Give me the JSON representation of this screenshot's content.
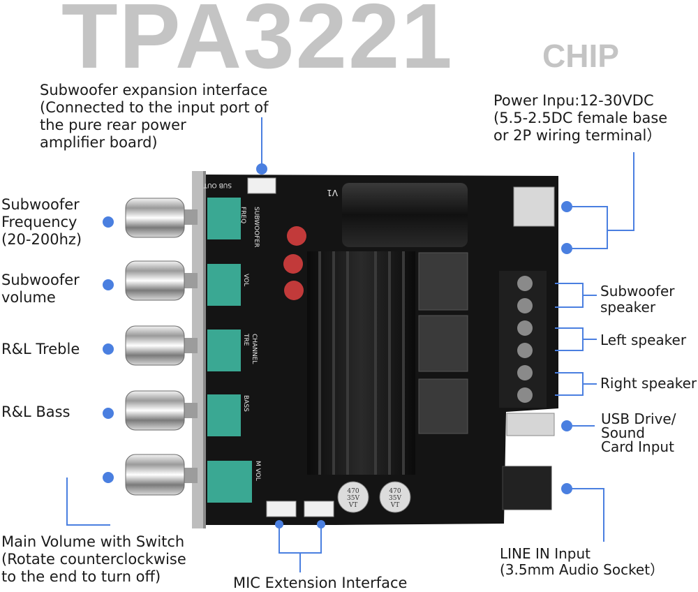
{
  "title": {
    "main": "TPA3221",
    "suffix": "CHIP"
  },
  "labels": {
    "sub_expansion": "Subwoofer expansion interface\n(Connected to the input port of\nthe pure rear power\namplifier board)",
    "power_input": "Power Inpu:12-30VDC\n(5.5-2.5DC female base\nor 2P wiring terminal）",
    "sub_frequency": "Subwoofer\nFrequency\n(20-200hz)",
    "sub_volume": "Subwoofer\nvolume",
    "rl_treble": "R&L Treble",
    "rl_bass": "R&L Bass",
    "main_volume": "Main Volume with Switch\n(Rotate counterclockwise\nto the end to turn off)",
    "sub_speaker": "Subwoofer\nspeaker",
    "left_speaker": "Left speaker",
    "right_speaker": "Right speaker",
    "usb_input": "USB Drive/\nSound\nCard Input",
    "line_in": "LINE IN Input\n(3.5mm Audio Socket）",
    "mic_ext": "MIC Extension Interface"
  },
  "silkscreen": {
    "sub_out": "SUB OUT",
    "freq": "FREQ",
    "subwoofer": "SUBWOOFER",
    "vol": "VOL",
    "tre": "TRE",
    "channel": "CHANNEL",
    "bass": "BASS",
    "m_vol": "M VOL",
    "v1": "V1",
    "cap_470": "470",
    "cap_35v": "35V",
    "cap_vt": "VT"
  },
  "colors": {
    "title_gray": "#c4c4c4",
    "callout_blue": "#4a7fe0",
    "board_black": "#141414",
    "pot_teal": "#3aa893"
  }
}
